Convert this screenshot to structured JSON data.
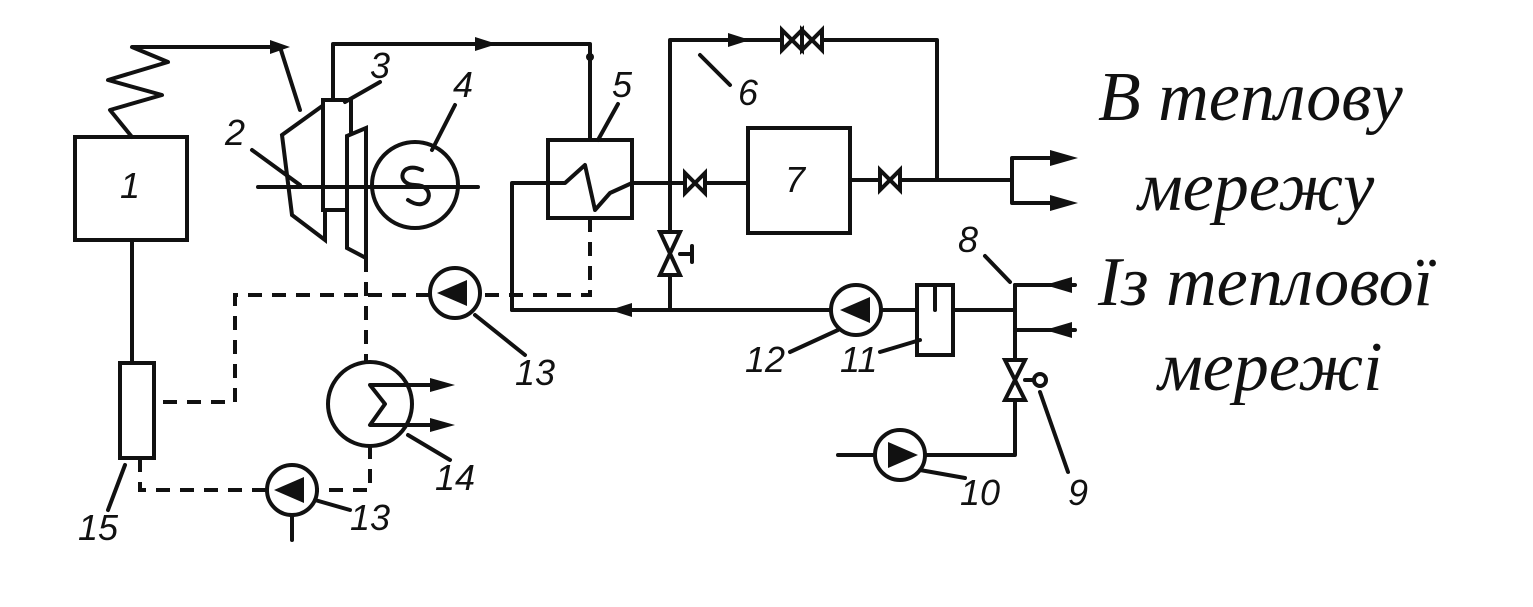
{
  "labels": {
    "boiler": "1",
    "turbine": "2",
    "turbine_casing": "3",
    "generator": "4",
    "heater": "5",
    "bypass_line": "6",
    "peak_boiler": "7",
    "junction": "8",
    "regulating_valve": "9",
    "makeup_pump": "10",
    "deaerator": "11",
    "network_pump": "12",
    "condensate_pump_top": "13",
    "condensate_pump_bottom": "13",
    "condenser": "14",
    "regenerative_heater": "15"
  },
  "captions": {
    "supply_line1": "В теплову",
    "supply_line2": "мережу",
    "return_line1": "Із теплової",
    "return_line2": "мережі"
  }
}
